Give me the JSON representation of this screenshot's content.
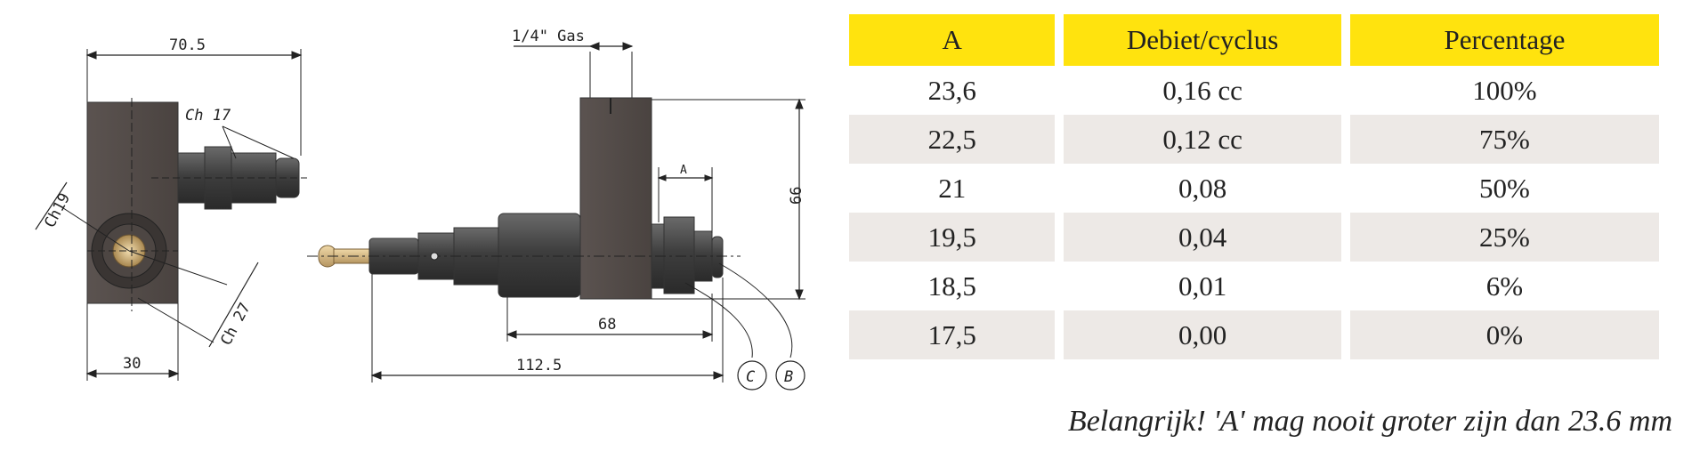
{
  "drawing": {
    "dimensions": {
      "width_top": "70.5",
      "ch17": "Ch 17",
      "ch19": "Ch19",
      "ch27": "Ch 27",
      "width_bottom": "30",
      "thread": "1/4\" Gas",
      "height": "66",
      "a_label": "A",
      "length_68": "68",
      "length_total": "112.5",
      "callout_c": "C",
      "callout_b": "B"
    }
  },
  "table": {
    "headers": [
      "A",
      "Debiet/cyclus",
      "Percentage"
    ],
    "rows": [
      [
        "23,6",
        "0,16  cc",
        "100%"
      ],
      [
        "22,5",
        "0,12  cc",
        "75%"
      ],
      [
        "21",
        "0,08",
        "50%"
      ],
      [
        "19,5",
        "0,04",
        "25%"
      ],
      [
        "18,5",
        "0,01",
        "6%"
      ],
      [
        "17,5",
        "0,00",
        "0%"
      ]
    ],
    "colors": {
      "header_bg": "#ffe30e",
      "alt_row_bg": "#ede9e6"
    }
  },
  "note": "Belangrijk!  'A' mag nooit groter zijn dan 23.6  mm"
}
